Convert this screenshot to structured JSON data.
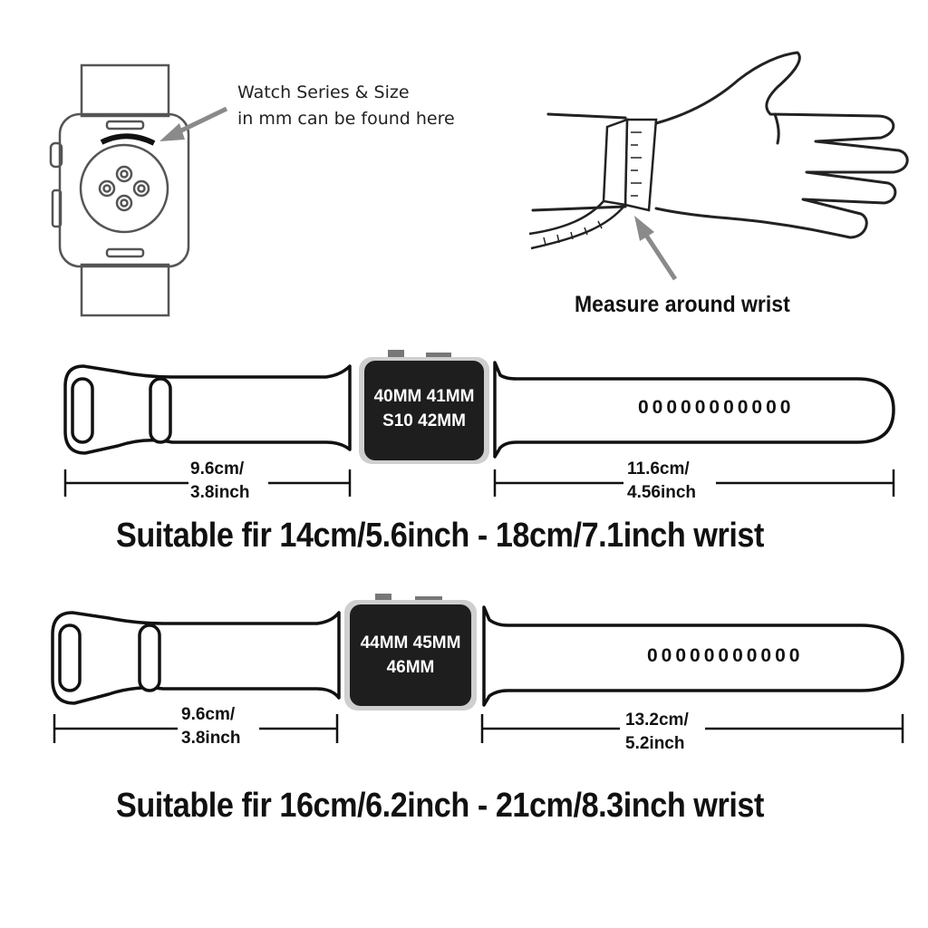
{
  "watch_note": {
    "line1": "Watch Series & Size",
    "line2": "in mm can be found here"
  },
  "measure_label": "Measure around wrist",
  "band_small": {
    "face_line1": "40MM 41MM",
    "face_line2": "S10 42MM",
    "left_length_line1": "9.6cm/",
    "left_length_line2": "3.8inch",
    "right_length_line1": "11.6cm/",
    "right_length_line2": "4.56inch",
    "holes": "00000000000",
    "suitable": "Suitable fir 14cm/5.6inch - 18cm/7.1inch wrist"
  },
  "band_large": {
    "face_line1": "44MM 45MM",
    "face_line2": "46MM",
    "left_length_line1": "9.6cm/",
    "left_length_line2": "3.8inch",
    "right_length_line1": "13.2cm/",
    "right_length_line2": "5.2inch",
    "holes": "00000000000",
    "suitable": "Suitable fir 16cm/6.2inch - 21cm/8.3inch wrist"
  },
  "colors": {
    "outline": "#111111",
    "watch_face": "#1e1e1e",
    "arrow": "#8a8a8a"
  }
}
